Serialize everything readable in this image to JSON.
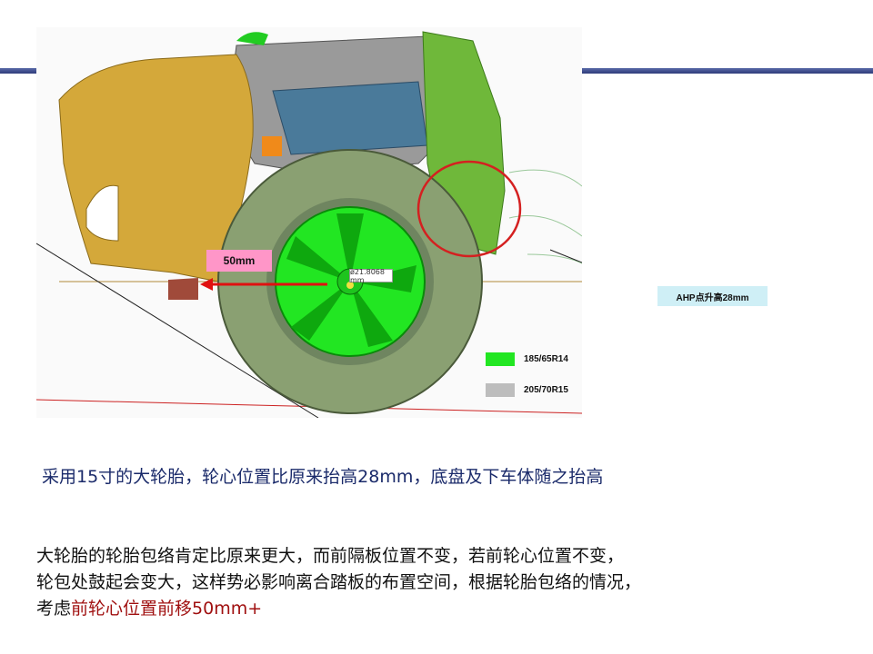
{
  "figure": {
    "dimension_callout": "50mm",
    "measure_tag": "ø21.8068 mm",
    "ahp_callout": "AHP点升高28mm",
    "legend": [
      {
        "label": "185/65R14",
        "color": "#22e622"
      },
      {
        "label": "205/70R15",
        "color": "#bdbdbd"
      }
    ]
  },
  "colors": {
    "header_bar": "#3a4788",
    "highlight": "#a01010",
    "body_panel": "#d4a83a",
    "firewall": "#6fb83a",
    "tire": "#8aa072",
    "rim": "#22e622",
    "arrow": "#e01010"
  },
  "text": {
    "caption": "采用15寸的大轮胎，轮心位置比原来抬高28mm，底盘及下车体随之抬高",
    "para_line1": "大轮胎的轮胎包络肯定比原来更大，而前隔板位置不变，若前轮心位置不变，",
    "para_line2": "轮包处鼓起会变大，这样势必影响离合踏板的布置空间，根据轮胎包络的情况，",
    "para_line3_prefix": "考虑",
    "para_line3_highlight": "前轮心位置前移50mm+"
  }
}
